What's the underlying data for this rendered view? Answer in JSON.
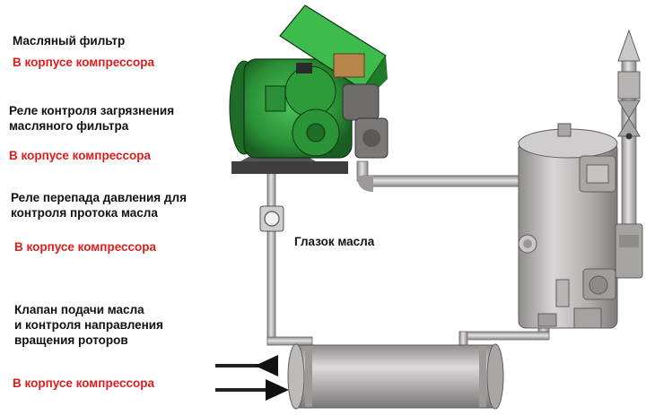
{
  "labels": {
    "oil_filter": "Масляный фильтр",
    "oil_filter_loc": "В корпусе компрессора",
    "filter_relay": "Реле контроля загрязнения\nмасляного фильтра",
    "filter_relay_loc": "В корпусе компрессора",
    "pressure_relay": "Реле перепада давления для\nконтроля протока масла",
    "pressure_relay_loc": "В корпусе компрессора",
    "sight_glass": "Глазок масла",
    "valve": "Клапан подачи масла\nи контроля направления\nвращения роторов",
    "valve_loc": "В корпусе компрессора"
  },
  "colors": {
    "label_red": "#e21c1c",
    "compressor_green": "#2e9a3a",
    "metal_gray": "#b9b6b6"
  }
}
